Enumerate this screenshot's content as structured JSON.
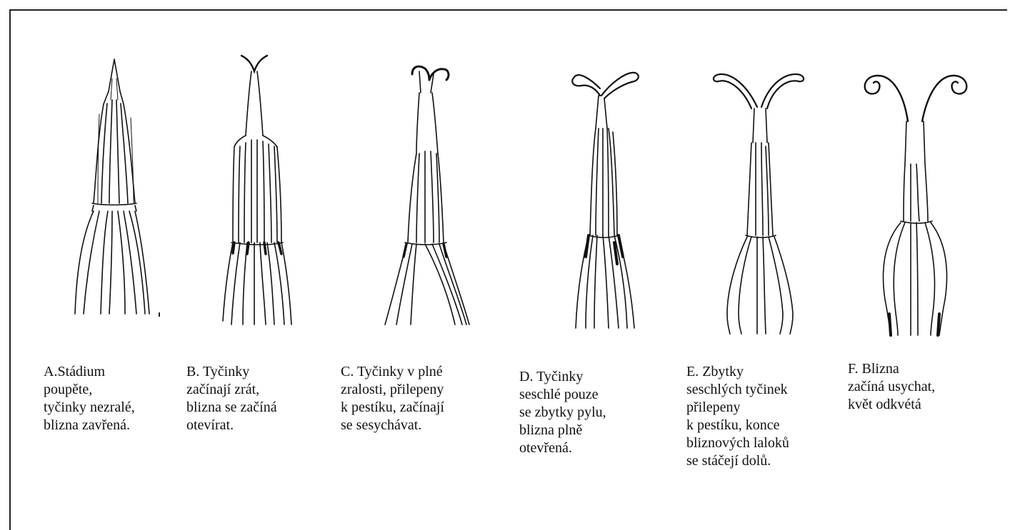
{
  "stages": [
    {
      "id": "A",
      "caption": "A.Stádium\npoupěte,\ntyčinky nezralé,\nblizna zavřená.",
      "drawing_icon": "flower-bud-closed-stigma"
    },
    {
      "id": "B",
      "caption": "B. Tyčinky\nzačínají zrát,\nblizna se začíná\notevírat.",
      "drawing_icon": "stigma-beginning-to-open"
    },
    {
      "id": "C",
      "caption": "C. Tyčinky v plné\nzralosti, přilepeny\nk pestíku, začínají\nse sesychávat.",
      "drawing_icon": "stamens-mature-stigma-open"
    },
    {
      "id": "D",
      "caption": "D. Tyčinky\nseschlé  pouze\nse zbytky pylu,\nblizna plně\notevřená.",
      "drawing_icon": "stigma-fully-open"
    },
    {
      "id": "E",
      "caption": "E. Zbytky\nseschlých tyčinek\npřilepeny\nk pestíku, konce\nbliznových laloků\nse stáčejí dolů.",
      "drawing_icon": "stigma-lobes-curling-down"
    },
    {
      "id": "F",
      "caption": "F. Blizna\nzačíná usychat,\nkvět  odkvétá",
      "drawing_icon": "stigma-curled-withering"
    }
  ]
}
